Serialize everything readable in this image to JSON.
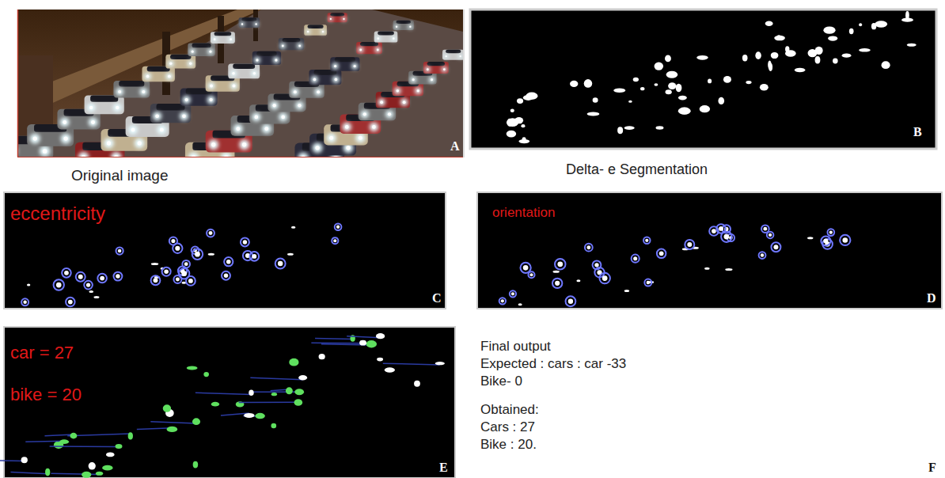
{
  "diagram": {
    "labels": [
      "A",
      "Original image",
      "B",
      "Delta- e Segmentation",
      "eccentricity",
      "C",
      "orientation",
      "D",
      "car = 27",
      "bike = 20",
      "E",
      "Final output",
      "Expected : cars : car -33",
      "Bike- 0",
      "Obtained:",
      "Cars : 27",
      "Bike : 20.",
      "F"
    ]
  }
}
